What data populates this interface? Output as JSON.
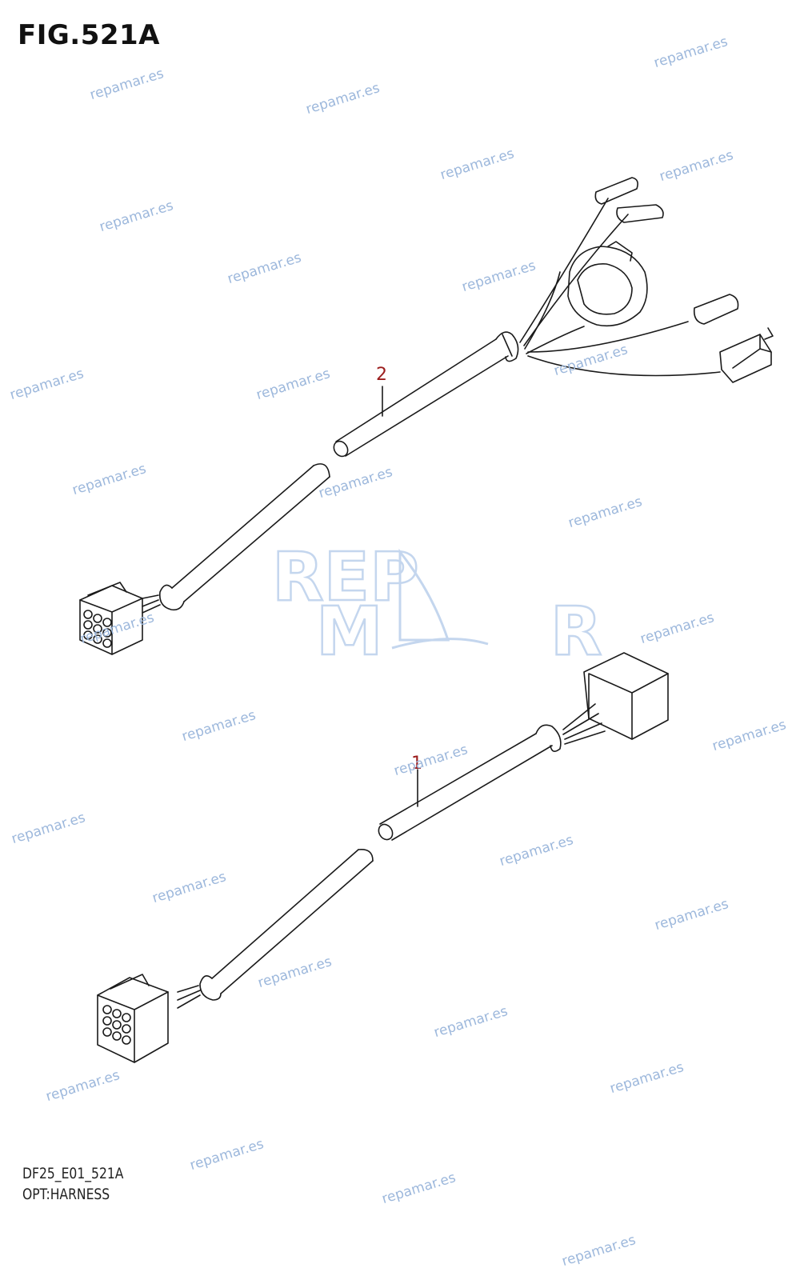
{
  "figure": {
    "title": "FIG.521A",
    "code": "DF25_E01_521A",
    "name": "OPT:HARNESS"
  },
  "callouts": [
    "2",
    "1"
  ],
  "watermark": {
    "text": "repamar.es",
    "logo_top": "REP",
    "logo_bottom": "M R",
    "color": "#9db8dc"
  },
  "colors": {
    "line": "#1a1a1a",
    "callout": "#9b1c1c"
  }
}
